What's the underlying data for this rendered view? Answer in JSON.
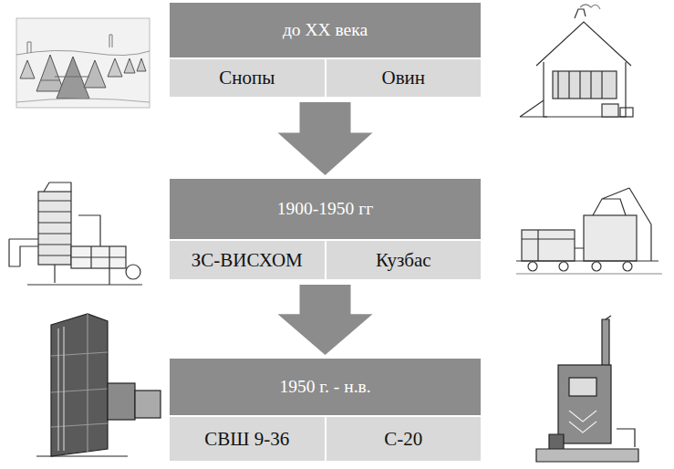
{
  "diagram": {
    "nodes": [
      {
        "text": [
          "до XX века"
        ]
      },
      {
        "text": [
          "Снопы"
        ],
        "in": 0
      },
      {
        "text": [
          "Овин"
        ],
        "in": 0
      },
      {
        "text": [
          "1900-1950 гг"
        ]
      },
      {
        "text": [
          "ЗС-ВИСХОМ"
        ],
        "in": 3
      },
      {
        "text": [
          "Кузбас"
        ],
        "in": 3
      },
      {
        "text": [
          "1950 г. - н.в."
        ]
      },
      {
        "text": [
          "СВШ 9-36"
        ],
        "in": 6
      },
      {
        "text": [
          "С-20"
        ],
        "in": 6
      }
    ],
    "edges": [
      {
        "from": 0,
        "to": 3,
        "arrow": "to"
      },
      {
        "from": 3,
        "to": 6,
        "arrow": "to"
      }
    ]
  }
}
